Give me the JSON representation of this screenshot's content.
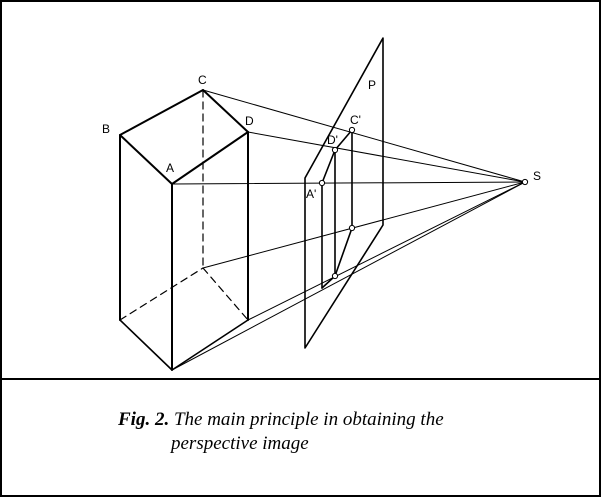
{
  "diagram": {
    "labels": {
      "A": "A",
      "B": "B",
      "C": "C",
      "D": "D",
      "A_prime": "A'",
      "C_prime": "C'",
      "D_prime": "D'",
      "S": "S",
      "P": "P"
    }
  },
  "caption": {
    "fig_label": "Fig. 2.",
    "text_line1": " The main principle in obtaining the",
    "text_line2": "perspective image"
  }
}
